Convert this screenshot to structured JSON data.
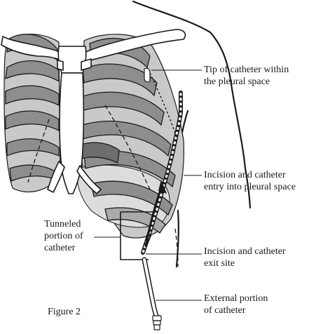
{
  "figure": {
    "caption": "Figure 2"
  },
  "labels": {
    "tip": [
      "Tip of  catheter within",
      "the pleural space"
    ],
    "incision_pleural": [
      "Incision and catheter",
      "entry into pleural space"
    ],
    "tunneled": [
      "Tunneled",
      "portion of",
      "catheter"
    ],
    "exit": [
      "Incision and catheter",
      "exit site"
    ],
    "external": [
      "External portion",
      "of catheter"
    ]
  },
  "colors": {
    "rib_fill": "#8e8e8e",
    "lung_fill": "#c9c9c9",
    "bone_fill": "#ffffff",
    "outline": "#1a1a1a",
    "catheter": "#ffffff",
    "background": "#ffffff"
  }
}
